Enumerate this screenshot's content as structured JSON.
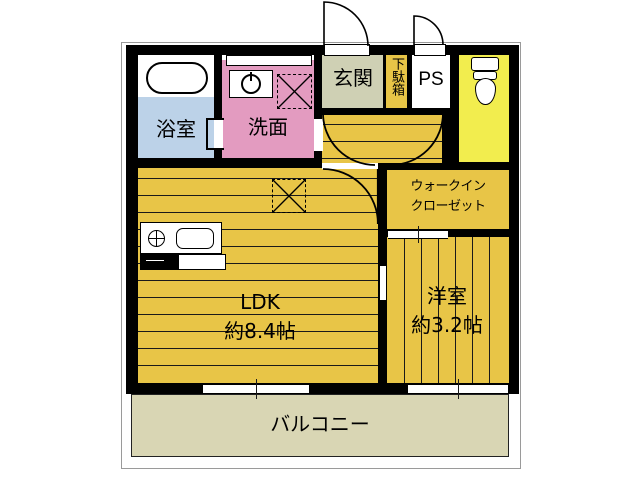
{
  "plan": {
    "type": "japanese-floor-plan",
    "rooms": [
      {
        "id": "ldk",
        "label": "LDK",
        "area_label": "約8.4帖",
        "color": "#e8c547"
      },
      {
        "id": "yoshitsu",
        "label": "洋室",
        "area_label": "約3.2帖",
        "color": "#e8c547"
      },
      {
        "id": "wic",
        "label_line1": "ウォークイン",
        "label_line2": "クローゼット",
        "color": "#e8c547"
      },
      {
        "id": "yokushitsu",
        "label": "浴室",
        "color": "#bcd2e8"
      },
      {
        "id": "senmen",
        "label": "洗面",
        "color": "#e39bc0"
      },
      {
        "id": "genkan",
        "label": "玄関",
        "color": "#cfd0b4"
      },
      {
        "id": "getabako",
        "label": "下駄箱",
        "color": "#e8c547"
      },
      {
        "id": "ps",
        "label": "PS",
        "color": "#ffffff"
      },
      {
        "id": "balcony",
        "label": "バルコニー",
        "color": "#d9d6b4"
      }
    ],
    "fixtures": [
      {
        "id": "bathtub",
        "name": "bathtub"
      },
      {
        "id": "vanity-sink",
        "name": "vanity-sink"
      },
      {
        "id": "washer-space",
        "name": "washing-machine-space"
      },
      {
        "id": "kitchen-stove",
        "name": "kitchen-stove"
      },
      {
        "id": "kitchen-sink",
        "name": "kitchen-sink"
      },
      {
        "id": "toilet",
        "name": "toilet"
      }
    ],
    "colors": {
      "wall": "#000000",
      "ldk_floor": "#e8c547",
      "toilet_floor": "#f2ed4e",
      "washroom": "#e39bc0",
      "bathroom": "#bcd2e8",
      "entrance": "#cfd0b4",
      "balcony": "#d9d6b4",
      "white": "#ffffff"
    }
  }
}
